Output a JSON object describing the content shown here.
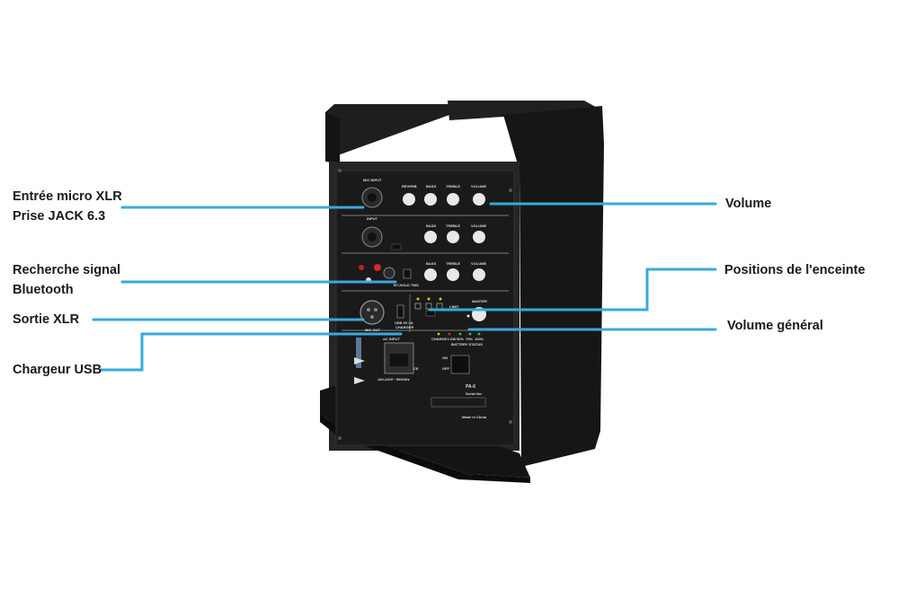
{
  "callouts": {
    "mic_input": {
      "line1": "Entrée micro XLR",
      "line2": "Prise JACK 6.3"
    },
    "bluetooth": {
      "line1": "Recherche signal",
      "line2": "Bluetooth"
    },
    "xlr_out": "Sortie XLR",
    "usb_charger": "Chargeur USB",
    "volume": "Volume",
    "speaker_positions": "Positions de l'enceinte",
    "master_volume": "Volume général"
  },
  "panel": {
    "mic_input": "MIC INPUT",
    "reverb": "REVERB",
    "bass": "BASS",
    "treble": "TREBLE",
    "volume": "VOLUME",
    "input": "INPUT",
    "bt_hold": "BT-HOLD TWS",
    "mic_out": "MIC OUT",
    "usb": "USB 5V 2A",
    "charger": "CHARGER",
    "limit": "LIMIT",
    "master": "MASTER",
    "charge": "CHARGE",
    "low": "LOW",
    "p50": "50%",
    "p75": "75%",
    "p100": "100%",
    "battery_status": "BATTERY STATUS",
    "ac_input": "AC INPUT",
    "ac_rating": "100-240V~ 50/60Hz",
    "on": "ON",
    "off": "OFF",
    "model": "PA-6",
    "serial": "Serial No:",
    "made_in": "Made in China"
  },
  "colors": {
    "callout_line": "#3aa8dd",
    "label_text": "#1a1a1a",
    "device_body": "#1c1c1c"
  }
}
